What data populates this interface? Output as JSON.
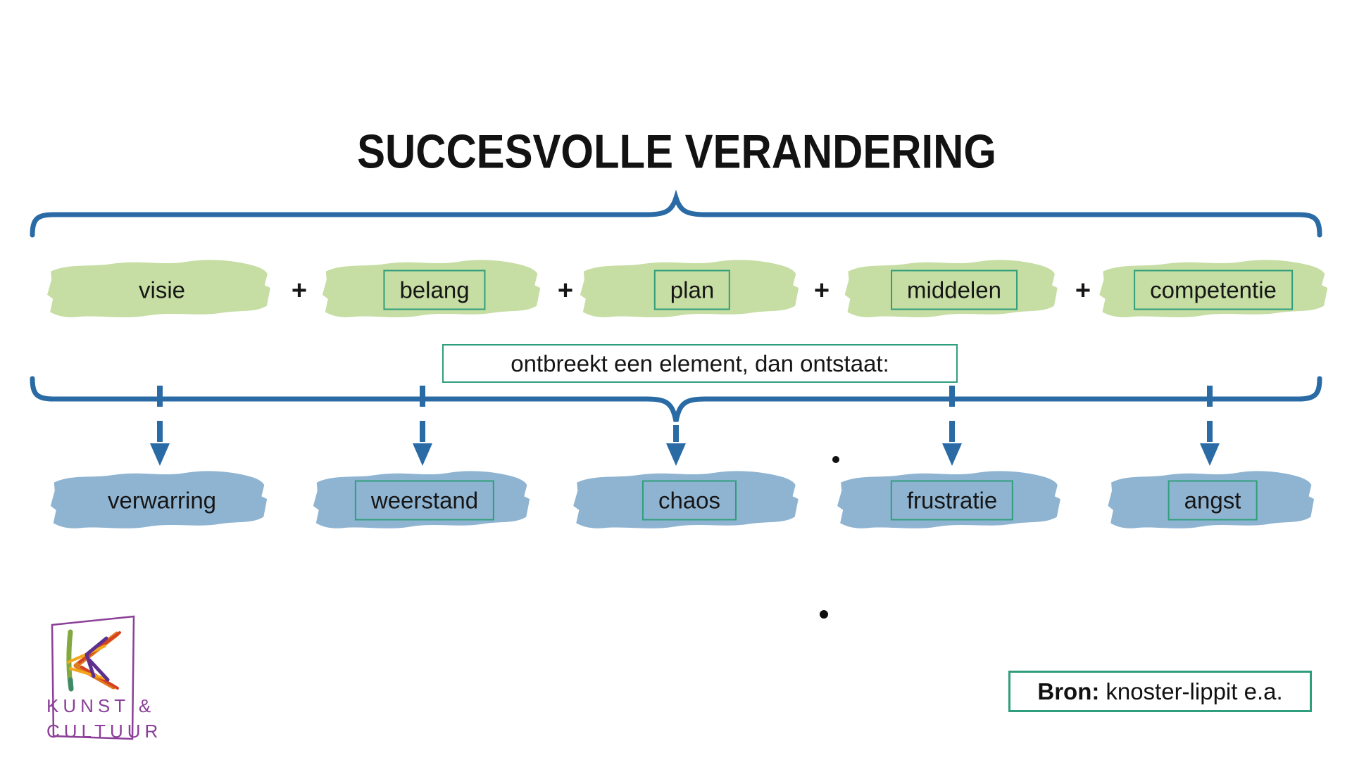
{
  "title": "SUCCESVOLLE VERANDERING",
  "top_row": {
    "separator": "+",
    "items": [
      {
        "label": "visie",
        "boxed": false
      },
      {
        "label": "belang",
        "boxed": true
      },
      {
        "label": "plan",
        "boxed": true
      },
      {
        "label": "middelen",
        "boxed": true
      },
      {
        "label": "competentie",
        "boxed": true
      }
    ]
  },
  "middle_note": "ontbreekt een element, dan ontstaat:",
  "bottom_row": {
    "items": [
      {
        "label": "verwarring",
        "boxed": false
      },
      {
        "label": "weerstand",
        "boxed": true
      },
      {
        "label": "chaos",
        "boxed": true
      },
      {
        "label": "frustratie",
        "boxed": true
      },
      {
        "label": "angst",
        "boxed": true
      }
    ]
  },
  "source": {
    "prefix": "Bron:",
    "text": "knoster-lippit e.a."
  },
  "logo": {
    "line1": "KUNST &",
    "line2": "CULTUUR"
  },
  "colors": {
    "green_blob": "#c6dda3",
    "blue_blob": "#8fb4d2",
    "brace_blue": "#2a6ba5",
    "box_border_teal": "#2f9e7c",
    "text": "#161616",
    "logo_purple": "#8b3f98"
  }
}
